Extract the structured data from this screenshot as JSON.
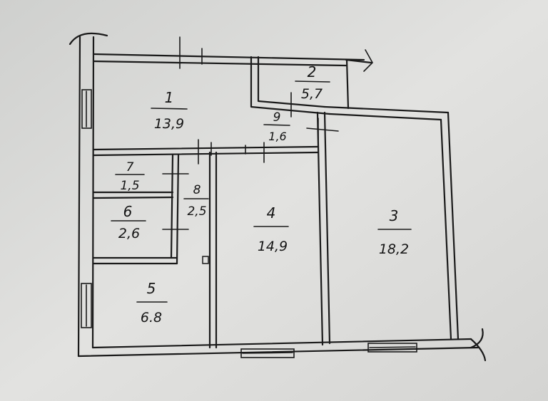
{
  "rooms": [
    {
      "number": "1",
      "area": "13,9"
    },
    {
      "number": "2",
      "area": "5,7"
    },
    {
      "number": "3",
      "area": "18,2"
    },
    {
      "number": "4",
      "area": "14,9"
    },
    {
      "number": "5",
      "area": "6.8"
    },
    {
      "number": "6",
      "area": "2,6"
    },
    {
      "number": "7",
      "area": "1,5"
    },
    {
      "number": "8",
      "area": "2,5"
    },
    {
      "number": "9",
      "area": "1,6"
    }
  ]
}
